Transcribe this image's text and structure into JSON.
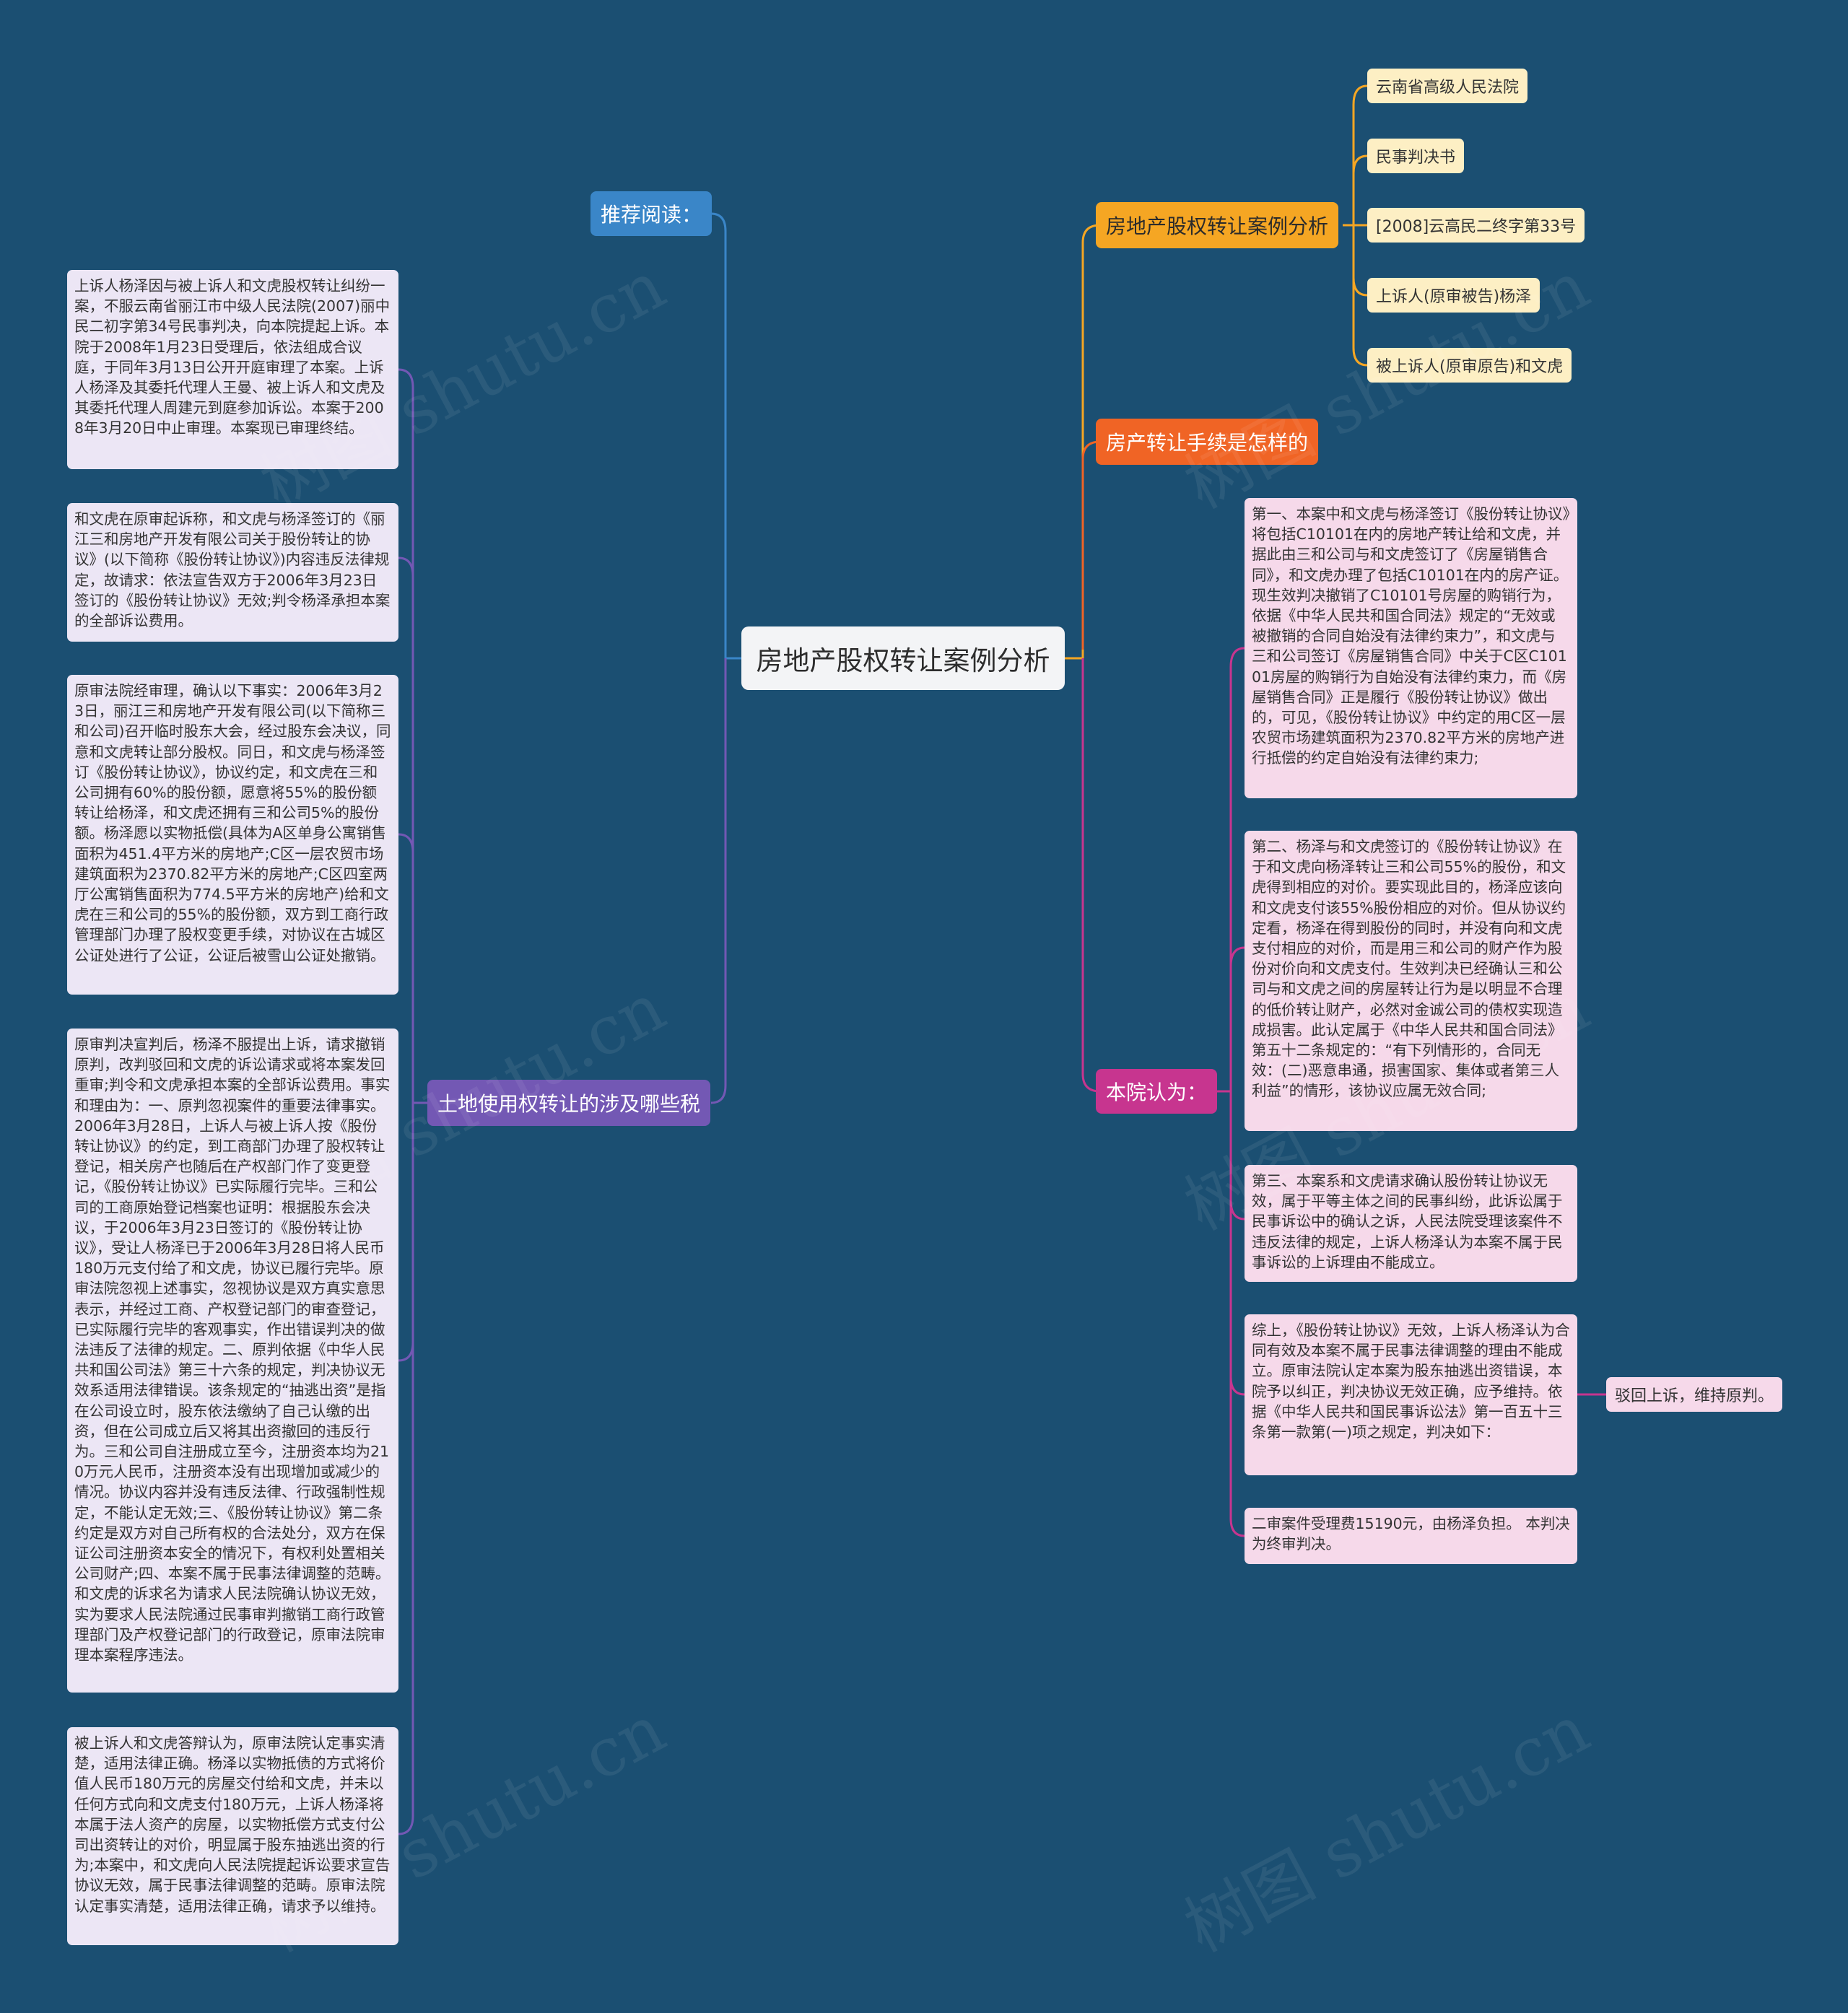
{
  "root": {
    "title": "房地产股权转让案例分析"
  },
  "recommend": {
    "label": "推荐阅读："
  },
  "case_info": {
    "label": "房地产股权转让案例分析",
    "items": [
      "云南省高级人民法院",
      "民事判决书",
      "[2008]云高民二终字第33号",
      "上诉人(原审被告)杨泽",
      "被上诉人(原审原告)和文虎"
    ]
  },
  "transfer_procedure": {
    "label": "房产转让手续是怎样的"
  },
  "court_opinion": {
    "label": "本院认为：",
    "paragraphs": [
      "第一、本案中和文虎与杨泽签订《股份转让协议》将包括C10101在内的房地产转让给和文虎，并据此由三和公司与和文虎签订了《房屋销售合同》，和文虎办理了包括C10101在内的房产证。现生效判决撤销了C10101号房屋的购销行为，依据《中华人民共和国合同法》规定的“无效或被撤销的合同自始没有法律约束力”，和文虎与三和公司签订《房屋销售合同》中关于C区C10101房屋的购销行为自始没有法律约束力，而《房屋销售合同》正是履行《股份转让协议》做出的，可见，《股份转让协议》中约定的用C区一层农贸市场建筑面积为2370.82平方米的房地产进行抵偿的约定自始没有法律约束力;",
      "第二、杨泽与和文虎签订的《股份转让协议》在于和文虎向杨泽转让三和公司55%的股份，和文虎得到相应的对价。要实现此目的，杨泽应该向和文虎支付该55%股份相应的对价。但从协议约定看，杨泽在得到股份的同时，并没有向和文虎支付相应的对价，而是用三和公司的财产作为股份对价向和文虎支付。生效判决已经确认三和公司与和文虎之间的房屋转让行为是以明显不合理的低价转让财产，必然对金诚公司的债权实现造成损害。此认定属于《中华人民共和国合同法》第五十二条规定的：“有下列情形的，合同无效：(二)恶意串通，损害国家、集体或者第三人利益”的情形，该协议应属无效合同;",
      "第三、本案系和文虎请求确认股份转让协议无效，属于平等主体之间的民事纠纷，此诉讼属于民事诉讼中的确认之诉，人民法院受理该案件不违反法律的规定，上诉人杨泽认为本案不属于民事诉讼的上诉理由不能成立。",
      "综上，《股份转让协议》无效，上诉人杨泽认为合同有效及本案不属于民事法律调整的理由不能成立。原审法院认定本案为股东抽逃出资错误，本院予以纠正，判决协议无效正确，应予维持。依据《中华人民共和国民事诉讼法》第一百五十三条第一款第(一)项之规定，判决如下：",
      "二审案件受理费15190元，由杨泽负担。 本判决为终审判决。"
    ],
    "verdict": "驳回上诉，维持原判。"
  },
  "land_tax": {
    "label": "土地使用权转让的涉及哪些税",
    "paragraphs": [
      "上诉人杨泽因与被上诉人和文虎股权转让纠纷一案，不服云南省丽江市中级人民法院(2007)丽中民二初字第34号民事判决，向本院提起上诉。本院于2008年1月23日受理后，依法组成合议庭，于同年3月13日公开开庭审理了本案。上诉人杨泽及其委托代理人王曼、被上诉人和文虎及其委托代理人周建元到庭参加诉讼。本案于2008年3月20日中止审理。本案现已审理终结。",
      "和文虎在原审起诉称，和文虎与杨泽签订的《丽江三和房地产开发有限公司关于股份转让的协议》(以下简称《股份转让协议》)内容违反法律规定，故请求：依法宣告双方于2006年3月23日签订的《股份转让协议》无效;判令杨泽承担本案的全部诉讼费用。",
      "原审法院经审理，确认以下事实：2006年3月23日，丽江三和房地产开发有限公司(以下简称三和公司)召开临时股东大会，经过股东会决议，同意和文虎转让部分股权。同日，和文虎与杨泽签订《股份转让协议》，协议约定，和文虎在三和公司拥有60%的股份额，愿意将55%的股份额转让给杨泽，和文虎还拥有三和公司5%的股份额。杨泽愿以实物抵偿(具体为A区单身公寓销售面积为451.4平方米的房地产;C区一层农贸市场建筑面积为2370.82平方米的房地产;C区四室两厅公寓销售面积为774.5平方米的房地产)给和文虎在三和公司的55%的股份额，双方到工商行政管理部门办理了股权变更手续，对协议在古城区公证处进行了公证，公证后被雪山公证处撤销。",
      "原审判决宣判后，杨泽不服提出上诉，请求撤销原判，改判驳回和文虎的诉讼请求或将本案发回重审;判令和文虎承担本案的全部诉讼费用。事实和理由为：一、原判忽视案件的重要法律事实。2006年3月28日，上诉人与被上诉人按《股份转让协议》的约定，到工商部门办理了股权转让登记，相关房产也随后在产权部门作了变更登记，《股份转让协议》已实际履行完毕。三和公司的工商原始登记档案也证明：根据股东会决议，于2006年3月23日签订的《股份转让协议》，受让人杨泽已于2006年3月28日将人民币180万元支付给了和文虎，协议已履行完毕。原审法院忽视上述事实，忽视协议是双方真实意思表示，并经过工商、产权登记部门的审查登记，已实际履行完毕的客观事实，作出错误判决的做法违反了法律的规定。二、原判依据《中华人民共和国公司法》第三十六条的规定，判决协议无效系适用法律错误。该条规定的“抽逃出资”是指在公司设立时，股东依法缴纳了自己认缴的出资，但在公司成立后又将其出资撤回的违反行为。三和公司自注册成立至今，注册资本均为210万元人民币，注册资本没有出现增加或减少的情况。协议内容并没有违反法律、行政强制性规定，不能认定无效;三、《股份转让协议》第二条约定是双方对自己所有权的合法处分，双方在保证公司注册资本安全的情况下，有权利处置相关公司财产;四、本案不属于民事法律调整的范畴。和文虎的诉求名为请求人民法院确认协议无效，实为要求人民法院通过民事审判撤销工商行政管理部门及产权登记部门的行政登记，原审法院审理本案程序违法。",
      "被上诉人和文虎答辩认为，原审法院认定事实清楚，适用法律正确。杨泽以实物抵债的方式将价值人民币180万元的房屋交付给和文虎，并未以任何方式向和文虎支付180万元，上诉人杨泽将本属于法人资产的房屋，以实物抵偿方式支付公司出资转让的对价，明显属于股东抽逃出资的行为;本案中，和文虎向人民法院提起诉讼要求宣告协议无效，属于民事法律调整的范畴。原审法院认定事实清楚，适用法律正确，请求予以维持。"
    ]
  },
  "watermark": {
    "text": "树图 shutu.cn"
  },
  "colors": {
    "background": "#1b4f72",
    "blue": "#3a86c8",
    "orange": "#f5a623",
    "red": "#f06425",
    "magenta": "#c7358f",
    "purple": "#7358b4",
    "cream": "#fdefc4",
    "pink": "#f6d9ea",
    "lavender": "#ece6f5"
  }
}
